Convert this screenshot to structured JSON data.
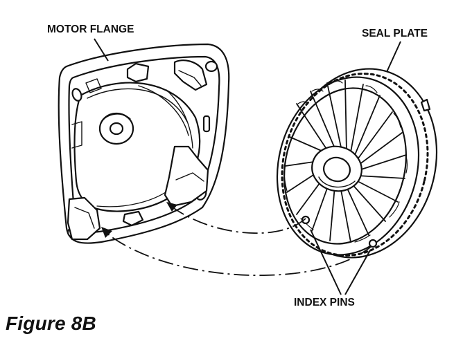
{
  "labels": {
    "motor_flange": "MOTOR FLANGE",
    "seal_plate": "SEAL PLATE",
    "index_pins": "INDEX PINS"
  },
  "caption": "Figure 8B",
  "colors": {
    "ink": "#111111",
    "background": "#ffffff"
  }
}
